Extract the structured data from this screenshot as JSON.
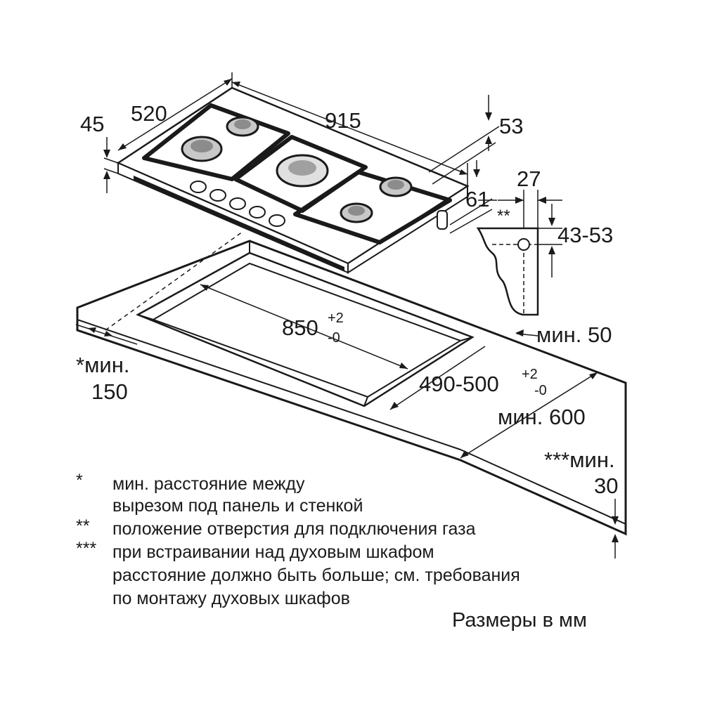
{
  "dimensions": {
    "height_45": "45",
    "depth_520": "520",
    "width_915": "915",
    "top_53": "53",
    "side_61": "61",
    "pipe_27": "27",
    "marker_double": "**",
    "pipe_height": "43-53",
    "cutout_width_main": "850",
    "cutout_width_tol_plus": "+2",
    "cutout_width_tol_minus": "-0",
    "cutout_depth_main": "490-500",
    "cutout_depth_tol_plus": "+2",
    "cutout_depth_tol_minus": "-0",
    "min_50": "мин. 50",
    "min_600": "мин. 600",
    "min_150_line1": "*мин.",
    "min_150_line2": "150",
    "min_30_line1": "***мин.",
    "min_30_line2": "30"
  },
  "notes": [
    {
      "marker": "*",
      "lines": [
        "мин. расстояние между",
        "вырезом под панель и стенкой"
      ]
    },
    {
      "marker": "**",
      "lines": [
        "положение отверстия для подключения газа"
      ]
    },
    {
      "marker": "***",
      "lines": [
        "при встраивании над духовым шкафом",
        "расстояние должно быть больше; см. требования",
        "по монтажу духовых шкафов"
      ]
    }
  ],
  "units_label": "Размеры в мм"
}
